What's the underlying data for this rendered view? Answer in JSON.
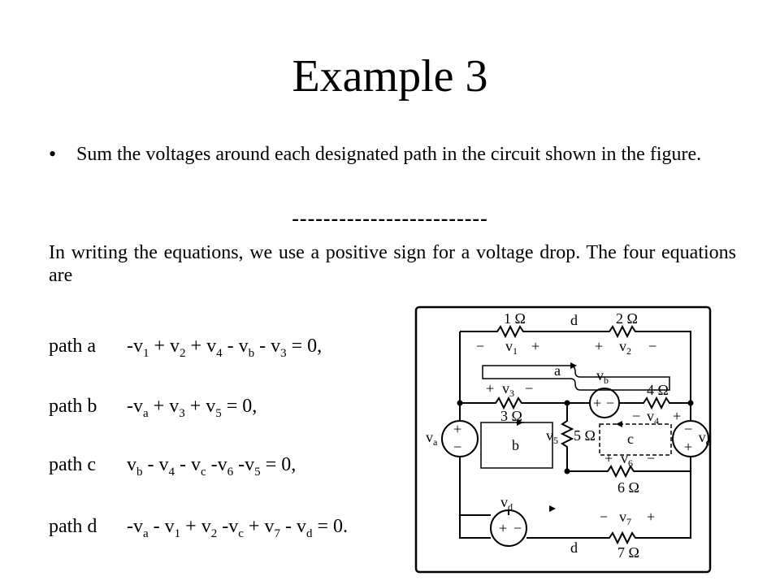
{
  "slide": {
    "title": "Example 3",
    "bullet": "Sum the voltages around each designated path in the circuit shown in the figure.",
    "separator": "-------------------------",
    "paragraph": "In writing the equations, we use a positive sign for a voltage drop. The four equations are"
  },
  "equations": [
    {
      "name": "path a",
      "parts": [
        [
          "-v",
          "1"
        ],
        [
          " + v",
          "2"
        ],
        [
          " + v",
          "4"
        ],
        [
          " - v",
          "b"
        ],
        [
          " - v",
          "3"
        ],
        [
          " = 0,",
          ""
        ]
      ]
    },
    {
      "name": "path b",
      "parts": [
        [
          "-v",
          "a"
        ],
        [
          " + v",
          "3"
        ],
        [
          " + v",
          "5"
        ],
        [
          " = 0,",
          ""
        ]
      ]
    },
    {
      "name": "path c",
      "parts": [
        [
          "v",
          "b"
        ],
        [
          " - v",
          "4"
        ],
        [
          " - v",
          "c"
        ],
        [
          " -v",
          "6"
        ],
        [
          " -v",
          "5"
        ],
        [
          " = 0,",
          ""
        ]
      ]
    },
    {
      "name": "path d",
      "parts": [
        [
          "-v",
          "a"
        ],
        [
          " - v",
          "1"
        ],
        [
          " + v",
          "2"
        ],
        [
          " -v",
          "c"
        ],
        [
          " + v",
          "7"
        ],
        [
          " - v",
          "d"
        ],
        [
          " = 0.",
          ""
        ]
      ]
    }
  ],
  "circuit": {
    "resistors": {
      "r1": "1 Ω",
      "r2": "2 Ω",
      "r3": "3 Ω",
      "r4": "4 Ω",
      "r5": "5 Ω",
      "r6": "6 Ω",
      "r7": "7 Ω"
    },
    "path_labels": {
      "a": "a",
      "b": "b",
      "c": "c",
      "d_top": "d",
      "d_bottom": "d"
    },
    "voltage_labels": {
      "v1": "v1",
      "v2": "v2",
      "v3": "v3",
      "v4": "v4",
      "v5": "v5",
      "v6": "v6",
      "v7": "v7",
      "va": "va",
      "vb": "vb",
      "vc": "vc",
      "vd": "vd"
    },
    "signs": {
      "plus": "+",
      "minus": "−"
    }
  }
}
